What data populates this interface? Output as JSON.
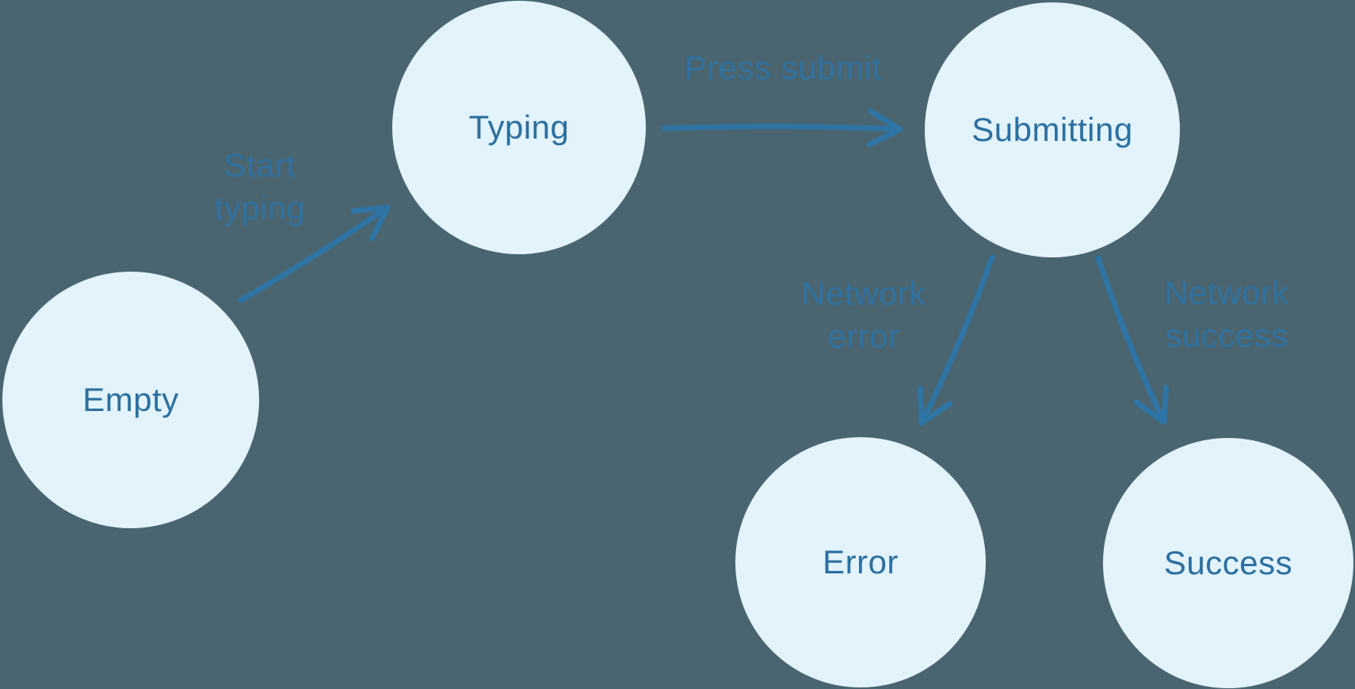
{
  "diagram": {
    "kind": "state-machine",
    "states": [
      {
        "id": "empty",
        "label": "Empty"
      },
      {
        "id": "typing",
        "label": "Typing"
      },
      {
        "id": "submitting",
        "label": "Submitting"
      },
      {
        "id": "error",
        "label": "Error"
      },
      {
        "id": "success",
        "label": "Success"
      }
    ],
    "transitions": [
      {
        "from": "Empty",
        "to": "Typing",
        "label": "Start\ntyping"
      },
      {
        "from": "Typing",
        "to": "Submitting",
        "label": "Press submit"
      },
      {
        "from": "Submitting",
        "to": "Error",
        "label": "Network\nerror"
      },
      {
        "from": "Submitting",
        "to": "Success",
        "label": "Network\nsuccess"
      }
    ]
  },
  "colors": {
    "background": "#4A6570",
    "node_fill": "#E2F3FC",
    "node_text": "#2C6F9E",
    "arrow": "#2E74A4",
    "edge_label": "#2F72A2"
  }
}
